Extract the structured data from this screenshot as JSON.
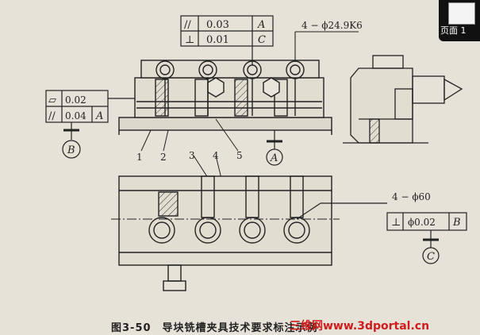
{
  "tolerance_frame_top": {
    "row1": {
      "symbol": "//",
      "value": "0.03",
      "datum": "A"
    },
    "row2": {
      "symbol": "⊥",
      "value": "0.01",
      "datum": "C"
    }
  },
  "hole_note_top": "4 − ϕ24.9K6",
  "tolerance_frame_left": {
    "row1": {
      "symbol": "▱",
      "value": "0.02"
    },
    "row2": {
      "symbol": "//",
      "value": "0.04",
      "datum": "A"
    }
  },
  "datum_labels": {
    "a": "A",
    "b": "B",
    "c": "C"
  },
  "hole_note_bottom": "4 − ϕ60",
  "tolerance_frame_right": {
    "symbol": "⊥",
    "value": "ϕ0.02",
    "datum": "B"
  },
  "part_numbers": {
    "p1": "1",
    "p2": "2",
    "p3": "3",
    "p4": "4",
    "p5": "5"
  },
  "caption": "图3-50　导块铣槽夹具技术要求标注示例",
  "watermark": "三维网www.3dportal.cn",
  "page_badge": "页面 1"
}
